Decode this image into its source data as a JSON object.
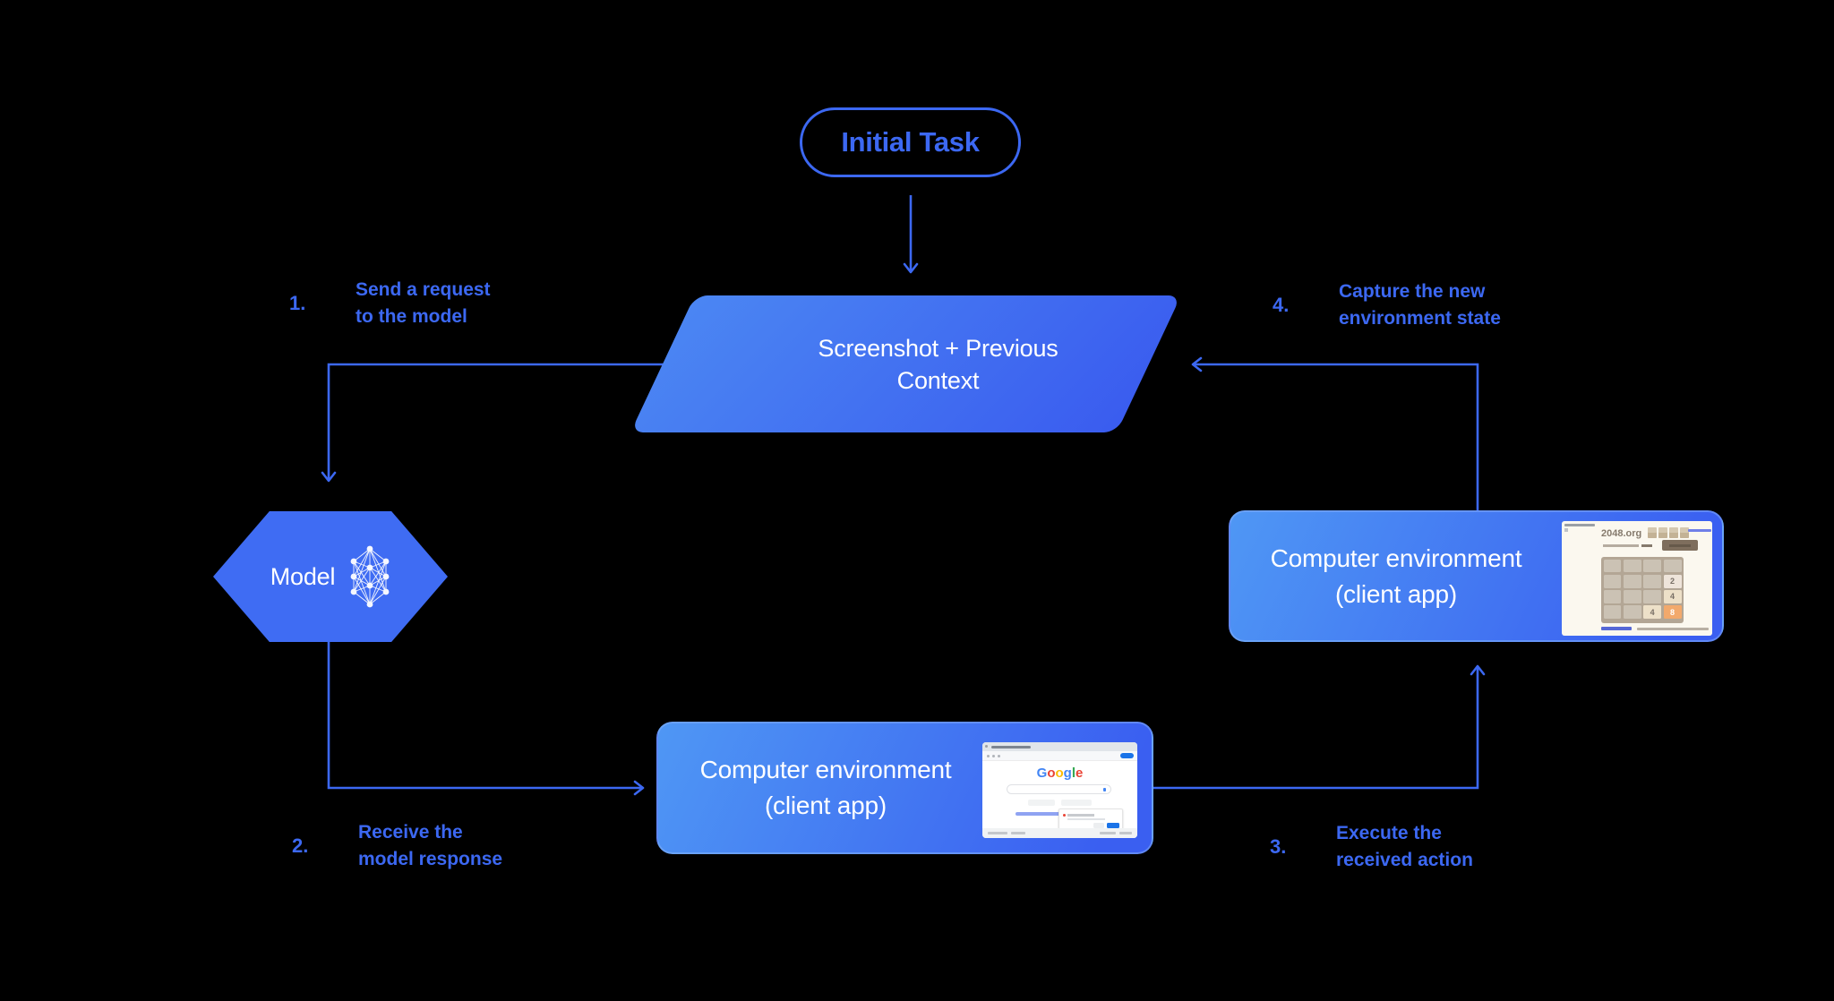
{
  "colors": {
    "background": "#000000",
    "accent": "#3C68F2",
    "parallelogram_gradient": [
      "#4B86F3",
      "#3A5CEF"
    ],
    "box_gradient": [
      "#4F97F4",
      "#3A5FF1"
    ],
    "hexagon_fill": "#3F6CF3",
    "node_text": "#FFFFFF"
  },
  "diagram": {
    "initial_task": {
      "label": "Initial Task"
    },
    "screenshot_context": {
      "line1": "Screenshot + Previous",
      "line2": "Context"
    },
    "model": {
      "label": "Model"
    },
    "env_bottom": {
      "line1": "Computer environment",
      "line2": "(client app)"
    },
    "env_right": {
      "line1": "Computer environment",
      "line2": "(client app)"
    }
  },
  "steps": [
    {
      "number": "1.",
      "line1": "Send a request",
      "line2": "to the model"
    },
    {
      "number": "2.",
      "line1": "Receive the",
      "line2": "model response"
    },
    {
      "number": "3.",
      "line1": "Execute the",
      "line2": "received action"
    },
    {
      "number": "4.",
      "line1": "Capture the new",
      "line2": "environment state"
    }
  ],
  "thumbnails": {
    "google": {
      "logo": [
        {
          "ch": "G",
          "color": "#4285F4"
        },
        {
          "ch": "o",
          "color": "#EA4335"
        },
        {
          "ch": "o",
          "color": "#FBBC05"
        },
        {
          "ch": "g",
          "color": "#4285F4"
        },
        {
          "ch": "l",
          "color": "#34A853"
        },
        {
          "ch": "e",
          "color": "#EA4335"
        }
      ]
    },
    "game2048": {
      "site": "2048.org",
      "tiles": [
        {
          "row": 1,
          "col": 3,
          "value": "2",
          "bg": "#EEE4DA",
          "fg": "#776E65"
        },
        {
          "row": 2,
          "col": 3,
          "value": "4",
          "bg": "#EDE0C8",
          "fg": "#776E65"
        },
        {
          "row": 3,
          "col": 2,
          "value": "4",
          "bg": "#EDE0C8",
          "fg": "#776E65"
        },
        {
          "row": 3,
          "col": 3,
          "value": "8",
          "bg": "#F2A96C",
          "fg": "#FFFFFF"
        }
      ]
    }
  }
}
